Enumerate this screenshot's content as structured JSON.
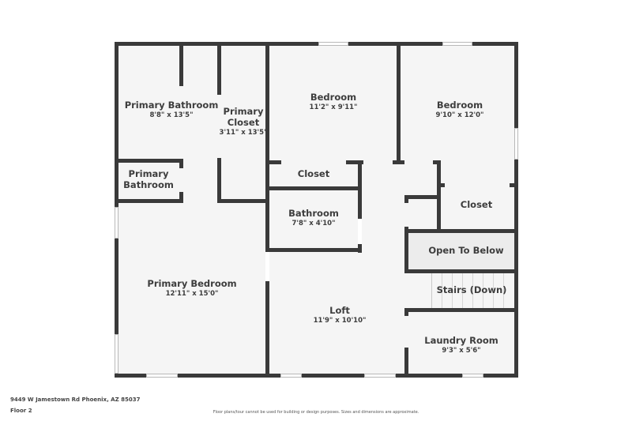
{
  "floor_plan": {
    "address": "9449 W Jamestown Rd Phoenix, AZ 85037",
    "floor": "Floor 2",
    "disclaimer": "Floor plans/tour cannot be used for building or design purposes. Sizes and dimensions are approximate.",
    "rooms": [
      {
        "name": "Primary Bathroom",
        "dims": "8'8\" x 13'5\""
      },
      {
        "name": "Primary Closet",
        "dims": "3'11\" x 13'5\""
      },
      {
        "name": "Bedroom",
        "dims": "11'2\" x 9'11\""
      },
      {
        "name": "Bedroom",
        "dims": "9'10\" x 12'0\""
      },
      {
        "name": "Primary Bathroom",
        "dims": ""
      },
      {
        "name": "Closet",
        "dims": ""
      },
      {
        "name": "Closet",
        "dims": ""
      },
      {
        "name": "Bathroom",
        "dims": "7'8\" x 4'10\""
      },
      {
        "name": "Open To Below",
        "dims": ""
      },
      {
        "name": "Stairs (Down)",
        "dims": ""
      },
      {
        "name": "Primary Bedroom",
        "dims": "12'11\" x 15'0\""
      },
      {
        "name": "Loft",
        "dims": "11'9\" x 10'10\""
      },
      {
        "name": "Laundry Room",
        "dims": "9'3\" x 5'6\""
      }
    ],
    "labels": {
      "primary_closet_line1": "Primary",
      "primary_closet_line2": "Closet",
      "primary_bath2_line1": "Primary",
      "primary_bath2_line2": "Bathroom"
    },
    "colors": {
      "wall": "#3a3a3a",
      "floor": "#f5f5f5",
      "open_to_below": "#ececec"
    }
  }
}
